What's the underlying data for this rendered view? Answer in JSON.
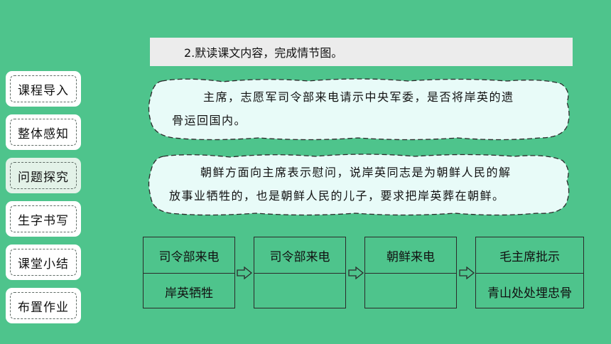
{
  "nav": {
    "items": [
      {
        "label": "课程导入",
        "active": false
      },
      {
        "label": "整体感知",
        "active": false
      },
      {
        "label": "问题探究",
        "active": true
      },
      {
        "label": "生字书写",
        "active": false
      },
      {
        "label": "课堂小结",
        "active": false
      },
      {
        "label": "布置作业",
        "active": false
      }
    ]
  },
  "task": {
    "title": "2.默读课文内容，完成情节图。"
  },
  "bubbles": [
    {
      "line1": "主席，志愿军司令部来电请示中央军委，是否将岸英的遗",
      "line2": "骨运回国内。"
    },
    {
      "line1": "朝鲜方面向主席表示慰问，说岸英同志是为朝鲜人民的解",
      "line2": "放事业牺牲的，也是朝鲜人民的儿子，要求把岸英葬在朝鲜。"
    }
  ],
  "flow": [
    {
      "top": "司令部来电",
      "bottom": "岸英牺牲"
    },
    {
      "top": "司令部来电",
      "bottom": ""
    },
    {
      "top": "朝鲜来电",
      "bottom": ""
    },
    {
      "top": "毛主席批示",
      "bottom": "青山处处埋忠骨"
    }
  ],
  "colors": {
    "background": "#4ec48c",
    "bubble": "#e8fbf8",
    "task_bar": "#ececec"
  }
}
